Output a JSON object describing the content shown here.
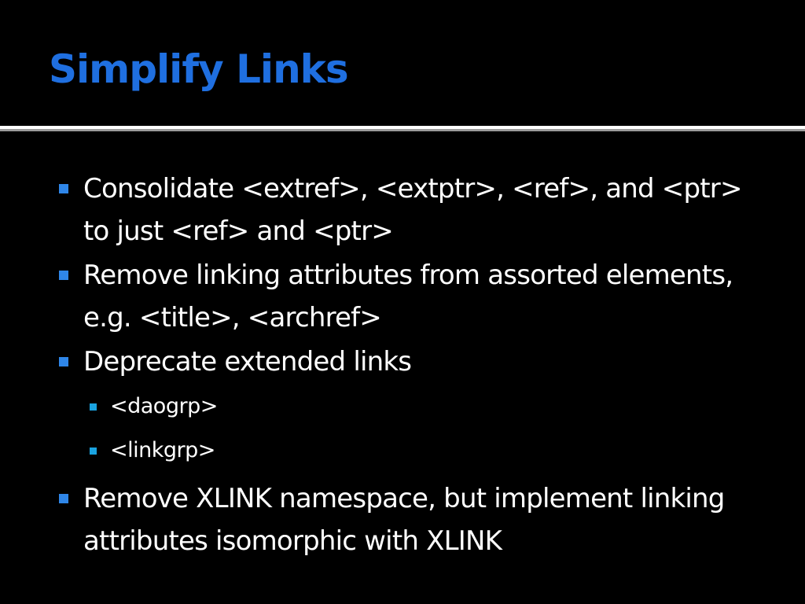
{
  "slide": {
    "title": "Simplify Links",
    "bullets": [
      {
        "text": "Consolidate <extref>, <extptr>, <ref>, and <ptr> to just <ref> and <ptr>"
      },
      {
        "text": "Remove linking attributes from assorted elements, e.g. <title>, <archref>"
      },
      {
        "text": "Deprecate extended links",
        "subitems": [
          {
            "text": "<daogrp>"
          },
          {
            "text": "<linkgrp>"
          }
        ]
      },
      {
        "text": "Remove XLINK namespace, but implement linking attributes isomorphic with XLINK"
      }
    ]
  },
  "colors": {
    "background": "#000000",
    "title": "#1f6fe0",
    "text": "#ffffff",
    "bullet_level1": "#2f86e8",
    "bullet_level2": "#1aa3e0",
    "divider": "#ffffff"
  }
}
